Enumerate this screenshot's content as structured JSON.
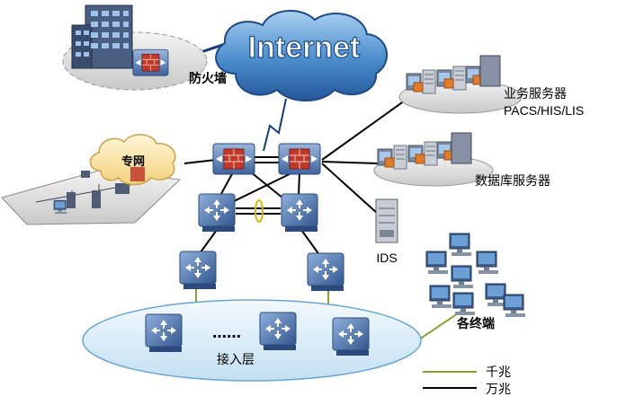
{
  "internet": "Internet",
  "firewall_label": "防火墙",
  "private_net_label": "专网",
  "app_server_label_1": "业务服务器",
  "app_server_label_2": "PACS/HIS/LIS",
  "db_server_label": "数据库服务器",
  "ids_label": "IDS",
  "terminals_label": "各终端",
  "access_layer_label": "接入层",
  "ellipsis": "……",
  "legend": {
    "items": [
      {
        "label": "千兆",
        "color": "#8aa32e"
      },
      {
        "label": "万兆",
        "color": "#000000"
      }
    ]
  },
  "colors": {
    "gigabit": "#8aa32e",
    "tengig": "#000000",
    "cloud": "#4e8dc4",
    "switch": "#5a7fb5",
    "firewall": "#c0392b"
  }
}
